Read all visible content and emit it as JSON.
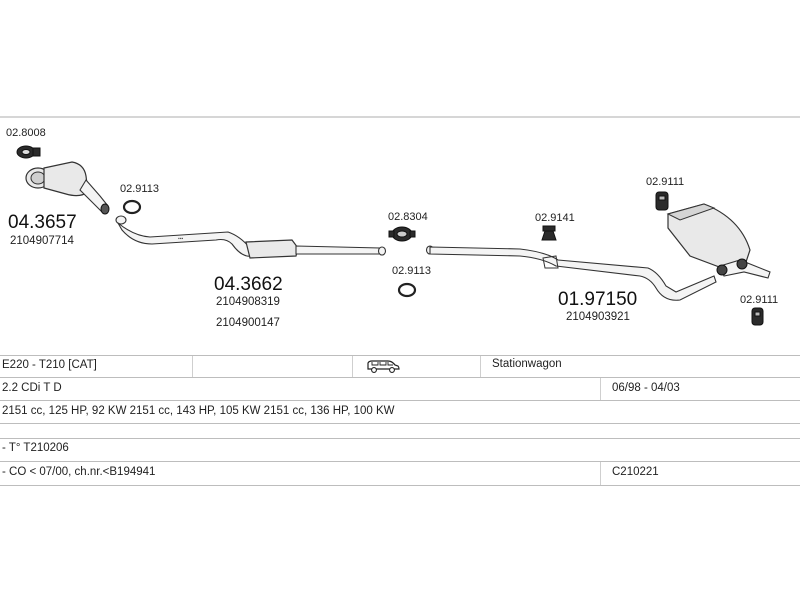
{
  "parts": {
    "clamp_a": "02.8008",
    "front_cat": {
      "number": "04.3657",
      "code": "2104907714"
    },
    "gasket_a": "02.9113",
    "center_pipe": {
      "number": "04.3662",
      "codes": [
        "2104908319",
        "2104900147"
      ]
    },
    "clamp_b": "02.8304",
    "gasket_b": "02.9113",
    "hanger_a": "02.9141",
    "rear_muffler": {
      "number": "01.97150",
      "code": "2104903921"
    },
    "hanger_b": "02.9111",
    "hanger_c": "02.9111"
  },
  "table": {
    "row1": {
      "model": "E220 - T210  [CAT]",
      "body_icon": "station-wagon-icon",
      "body": "Stationwagon"
    },
    "row2": {
      "engine": "2.2 CDi T D",
      "years": "06/98 - 04/03"
    },
    "row3": {
      "specs": "2151 cc, 125 HP, 92 KW 2151 cc, 143 HP, 105 KW 2151 cc, 136 HP, 100 KW"
    },
    "row4": {
      "note": "- T° T210206"
    },
    "row5": {
      "note": "- CO < 07/00, ch.nr.<B194941",
      "ref": "C210221"
    }
  }
}
